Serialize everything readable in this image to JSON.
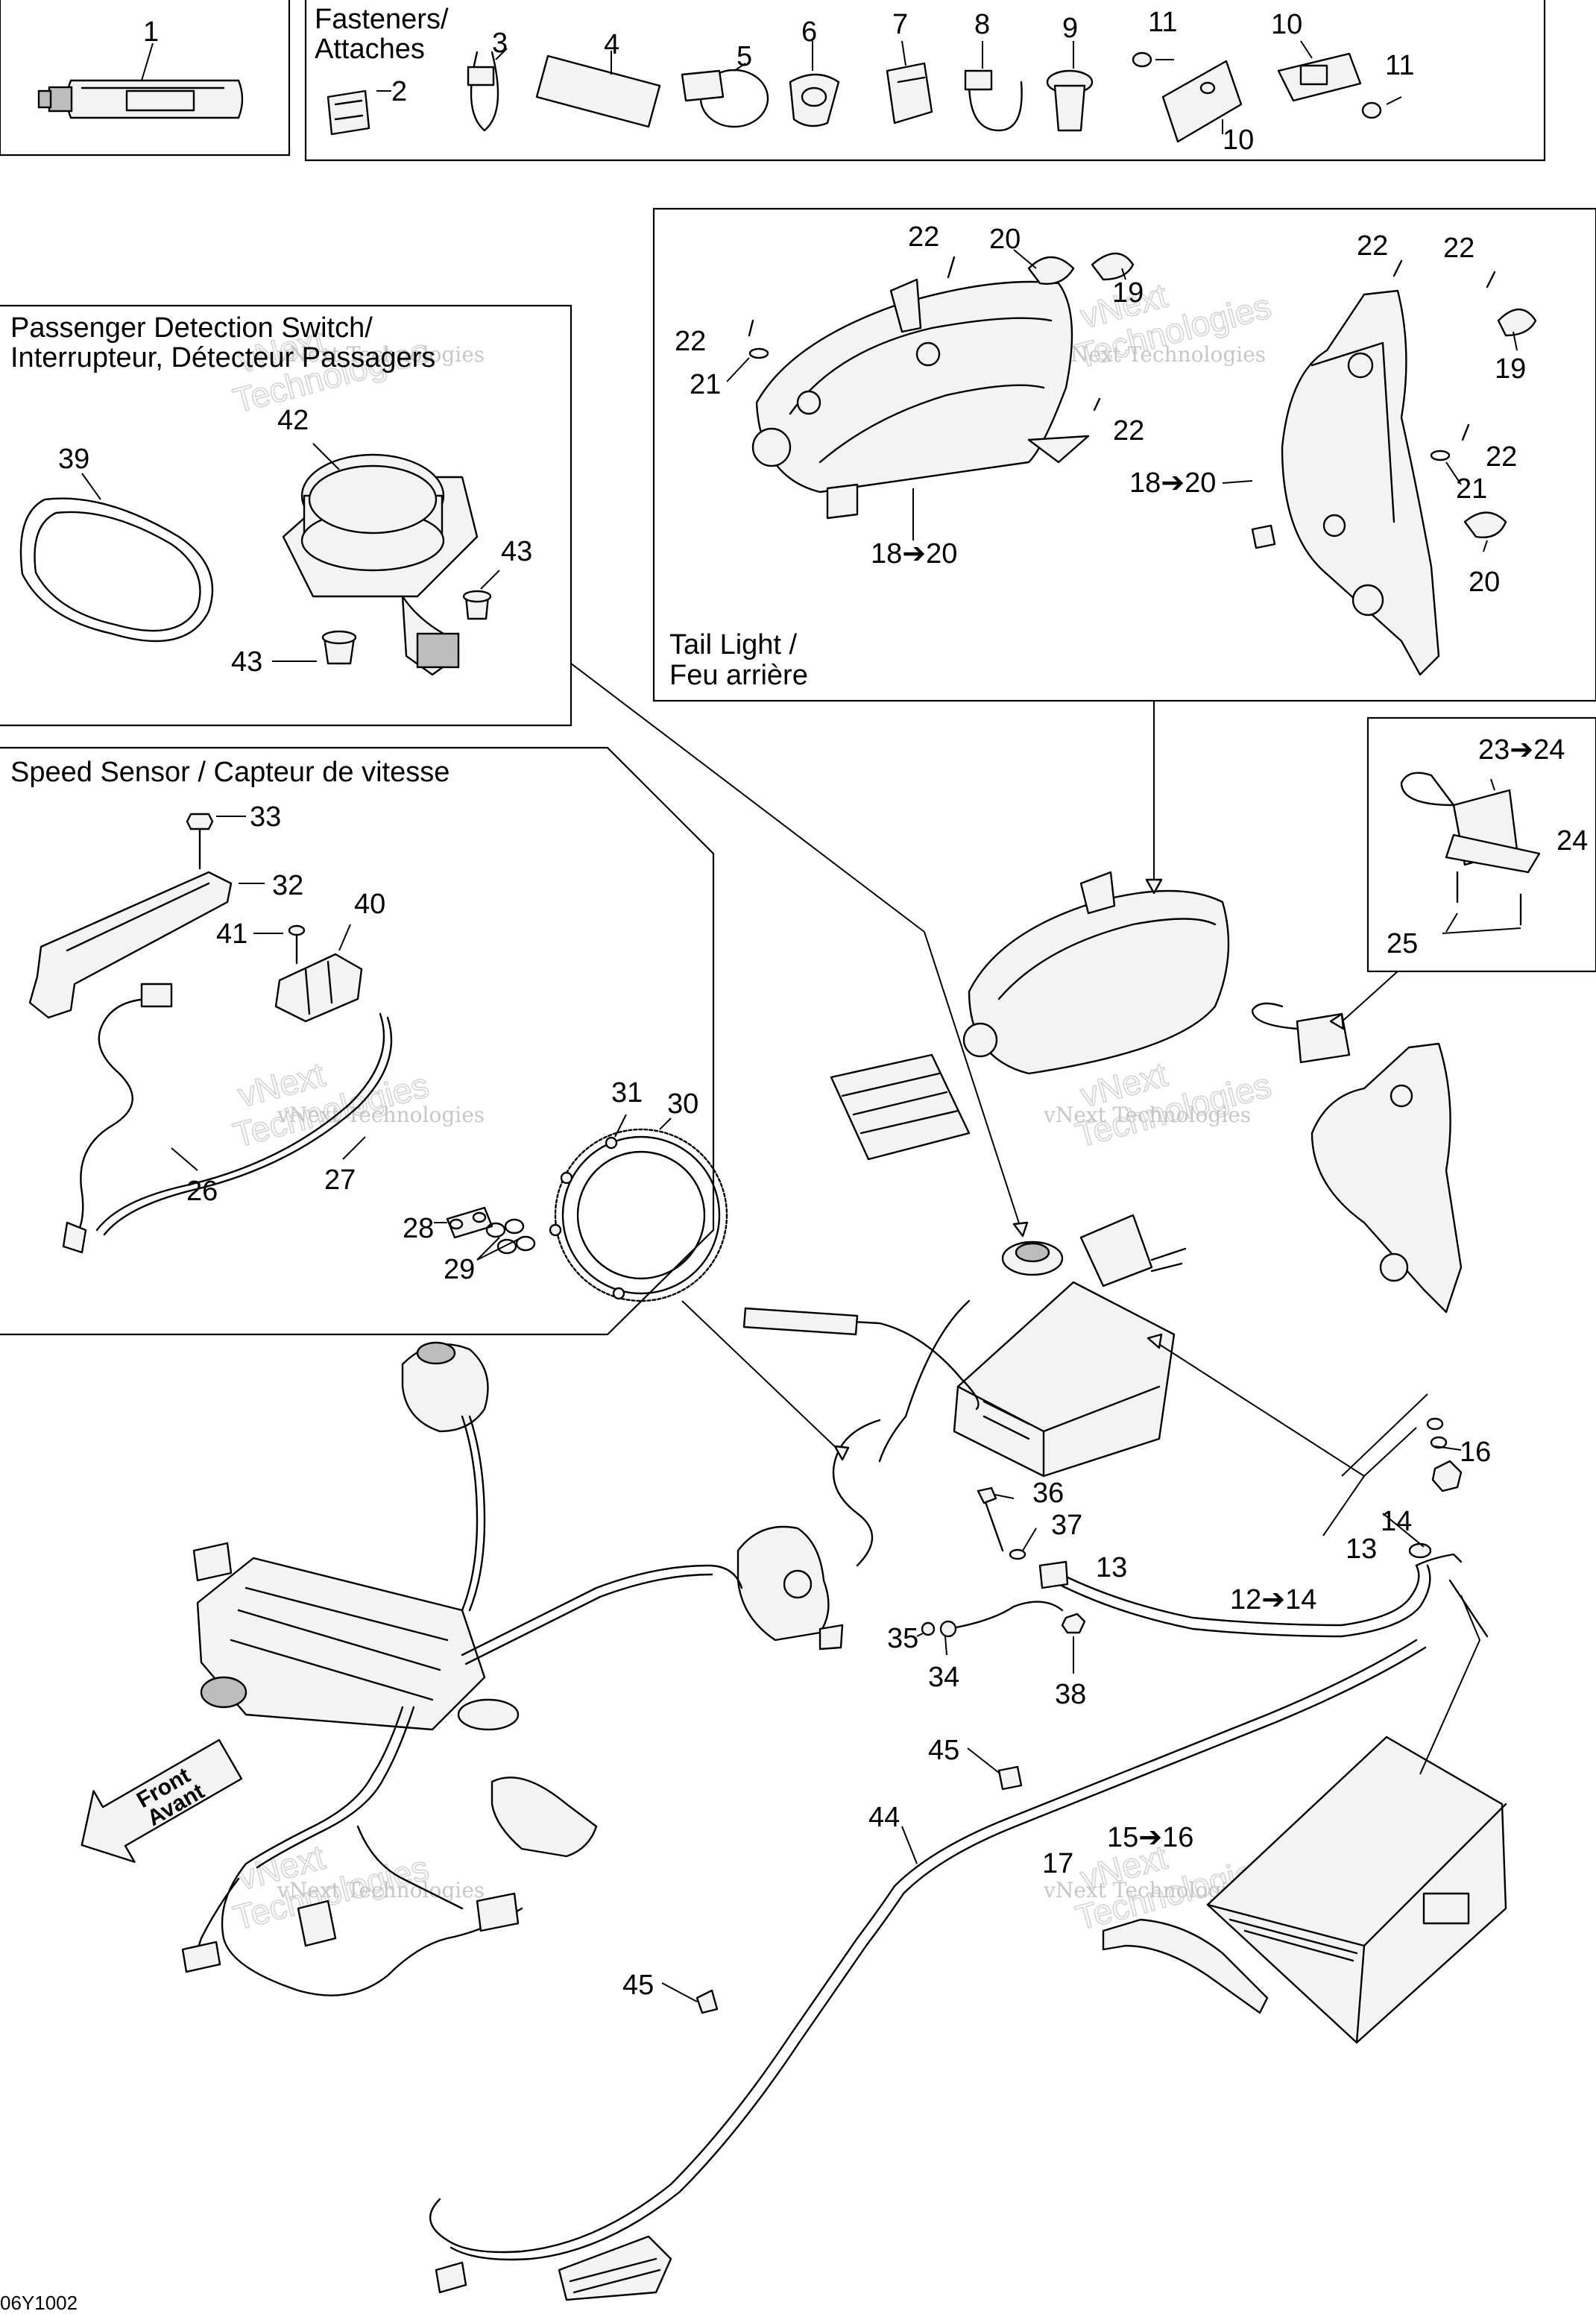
{
  "diagram": {
    "drawing_code": "06Y1002",
    "front_arrow": {
      "line1": "Front",
      "line2": "Avant"
    }
  },
  "groups": {
    "fasteners": {
      "line1": "Fasteners/",
      "line2": "Attaches"
    },
    "passenger": {
      "line1": "Passenger Detection Switch/",
      "line2": "Interrupteur, Détecteur Passagers"
    },
    "speed_sensor": {
      "title": "Speed Sensor / Capteur de vitesse"
    },
    "tail_light": {
      "line1": "Tail Light /",
      "line2": "Feu arrière"
    }
  },
  "watermark": {
    "line1": "vNext",
    "line2": "Technologies",
    "small": "vNext Technologies"
  },
  "callouts": {
    "c1": "1",
    "c2": "2",
    "c3": "3",
    "c4": "4",
    "c5": "5",
    "c6": "6",
    "c7": "7",
    "c8": "8",
    "c9": "9",
    "c10a": "10",
    "c10b": "10",
    "c11a": "11",
    "c11b": "11",
    "c12": "12➔14",
    "c13a": "13",
    "c13b": "13",
    "c14": "14",
    "c15": "15➔16",
    "c16": "16",
    "c17": "17",
    "c18a": "18➔20",
    "c18b": "18➔20",
    "c19a": "19",
    "c19b": "19",
    "c20a": "20",
    "c20b": "20",
    "c21a": "21",
    "c21b": "21",
    "c22a": "22",
    "c22b": "22",
    "c22c": "22",
    "c22d": "22",
    "c22e": "22",
    "c22f": "22",
    "c23": "23➔24",
    "c24": "24",
    "c25": "25",
    "c26": "26",
    "c27": "27",
    "c28": "28",
    "c29": "29",
    "c30": "30",
    "c31": "31",
    "c32": "32",
    "c33": "33",
    "c34": "34",
    "c35": "35",
    "c36": "36",
    "c37": "37",
    "c38": "38",
    "c39": "39",
    "c40": "40",
    "c41": "41",
    "c42": "42",
    "c43a": "43",
    "c43b": "43",
    "c44": "44",
    "c45a": "45",
    "c45b": "45"
  }
}
